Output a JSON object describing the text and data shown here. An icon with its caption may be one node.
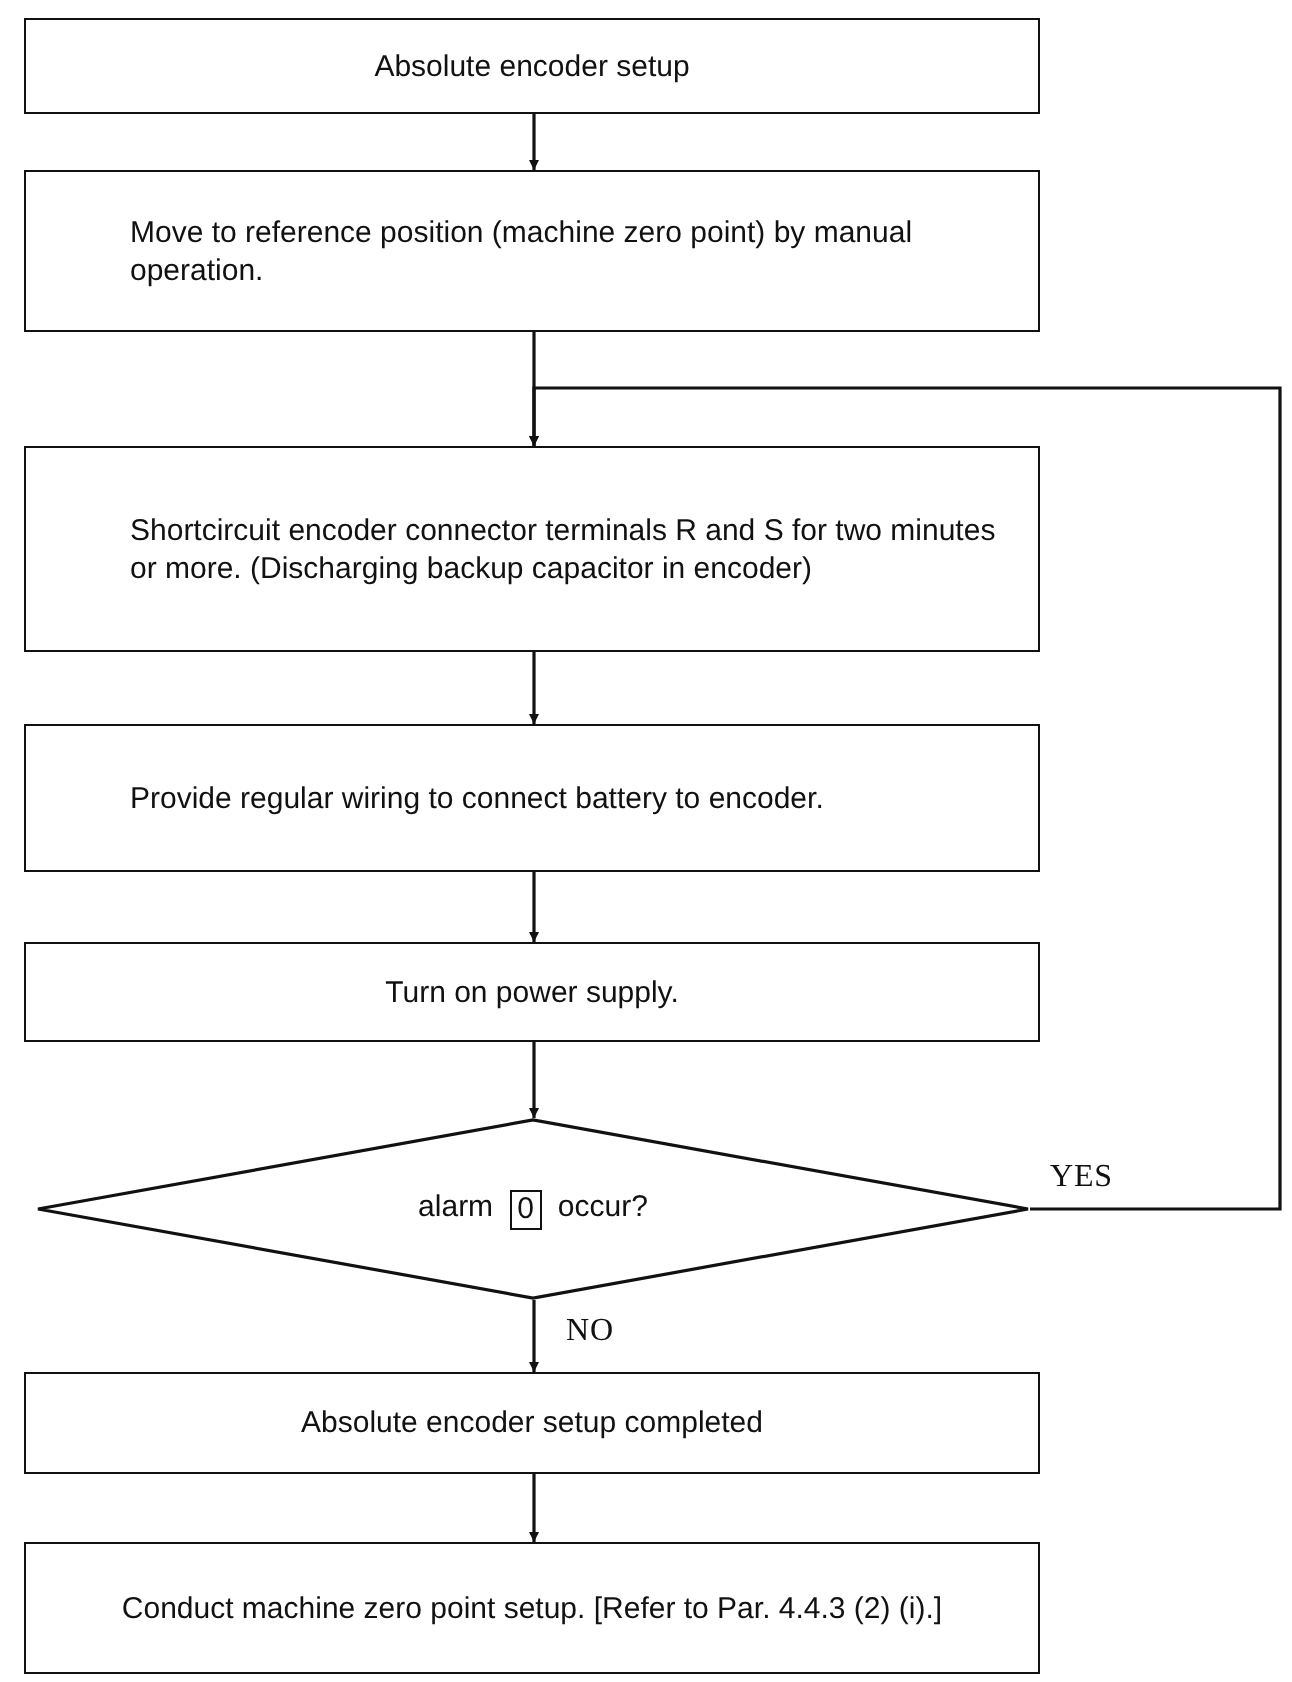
{
  "diagram": {
    "nodes": [
      {
        "text": [
          "Absolute encoder setup"
        ]
      },
      {
        "text": [
          "Move to reference position (machine zero point) by manual operation."
        ]
      },
      {
        "text": [
          "Shortcircuit encoder connector terminals R and S for two minutes or more. (Discharging backup capacitor in encoder)"
        ]
      },
      {
        "text": [
          "Provide regular wiring to connect battery to encoder."
        ]
      },
      {
        "text": [
          "Turn on power supply."
        ]
      },
      {
        "text": [
          "alarm",
          "0",
          "occur?"
        ]
      },
      {
        "text": [
          "Absolute encoder setup completed"
        ]
      },
      {
        "text": [
          "Conduct machine zero point setup. [Refer to Par. 4.4.3 (2) (i).]"
        ]
      }
    ],
    "edges": [
      {
        "from": 0,
        "to": 1,
        "arrow": "to"
      },
      {
        "from": 1,
        "to": 2,
        "arrow": "to"
      },
      {
        "from": 2,
        "to": 3,
        "arrow": "to"
      },
      {
        "from": 3,
        "to": 4,
        "arrow": "to"
      },
      {
        "from": 4,
        "to": 5,
        "arrow": "to"
      },
      {
        "from": 5,
        "to": 6,
        "arrow": "to",
        "label": "NO"
      },
      {
        "from": 6,
        "to": 7,
        "arrow": "to"
      },
      {
        "from": 5,
        "to": 2,
        "arrow": "to",
        "label": "YES"
      }
    ]
  }
}
